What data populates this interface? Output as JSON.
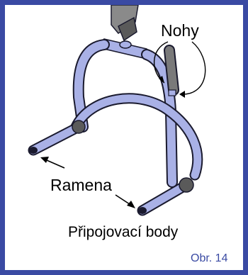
{
  "figure": {
    "labels": {
      "legs": "Nohy",
      "arms": "Ramena",
      "attachment_points": "Připojovací body",
      "figure_number": "Obr. 14"
    },
    "colors": {
      "frame_border": "#3a4aa3",
      "tube_fill": "#a9b1e6",
      "tube_outline": "#1a1a2e",
      "caption_accent": "#3a4aa3"
    },
    "icons": [
      "patient-lift-spreader-bar"
    ]
  }
}
